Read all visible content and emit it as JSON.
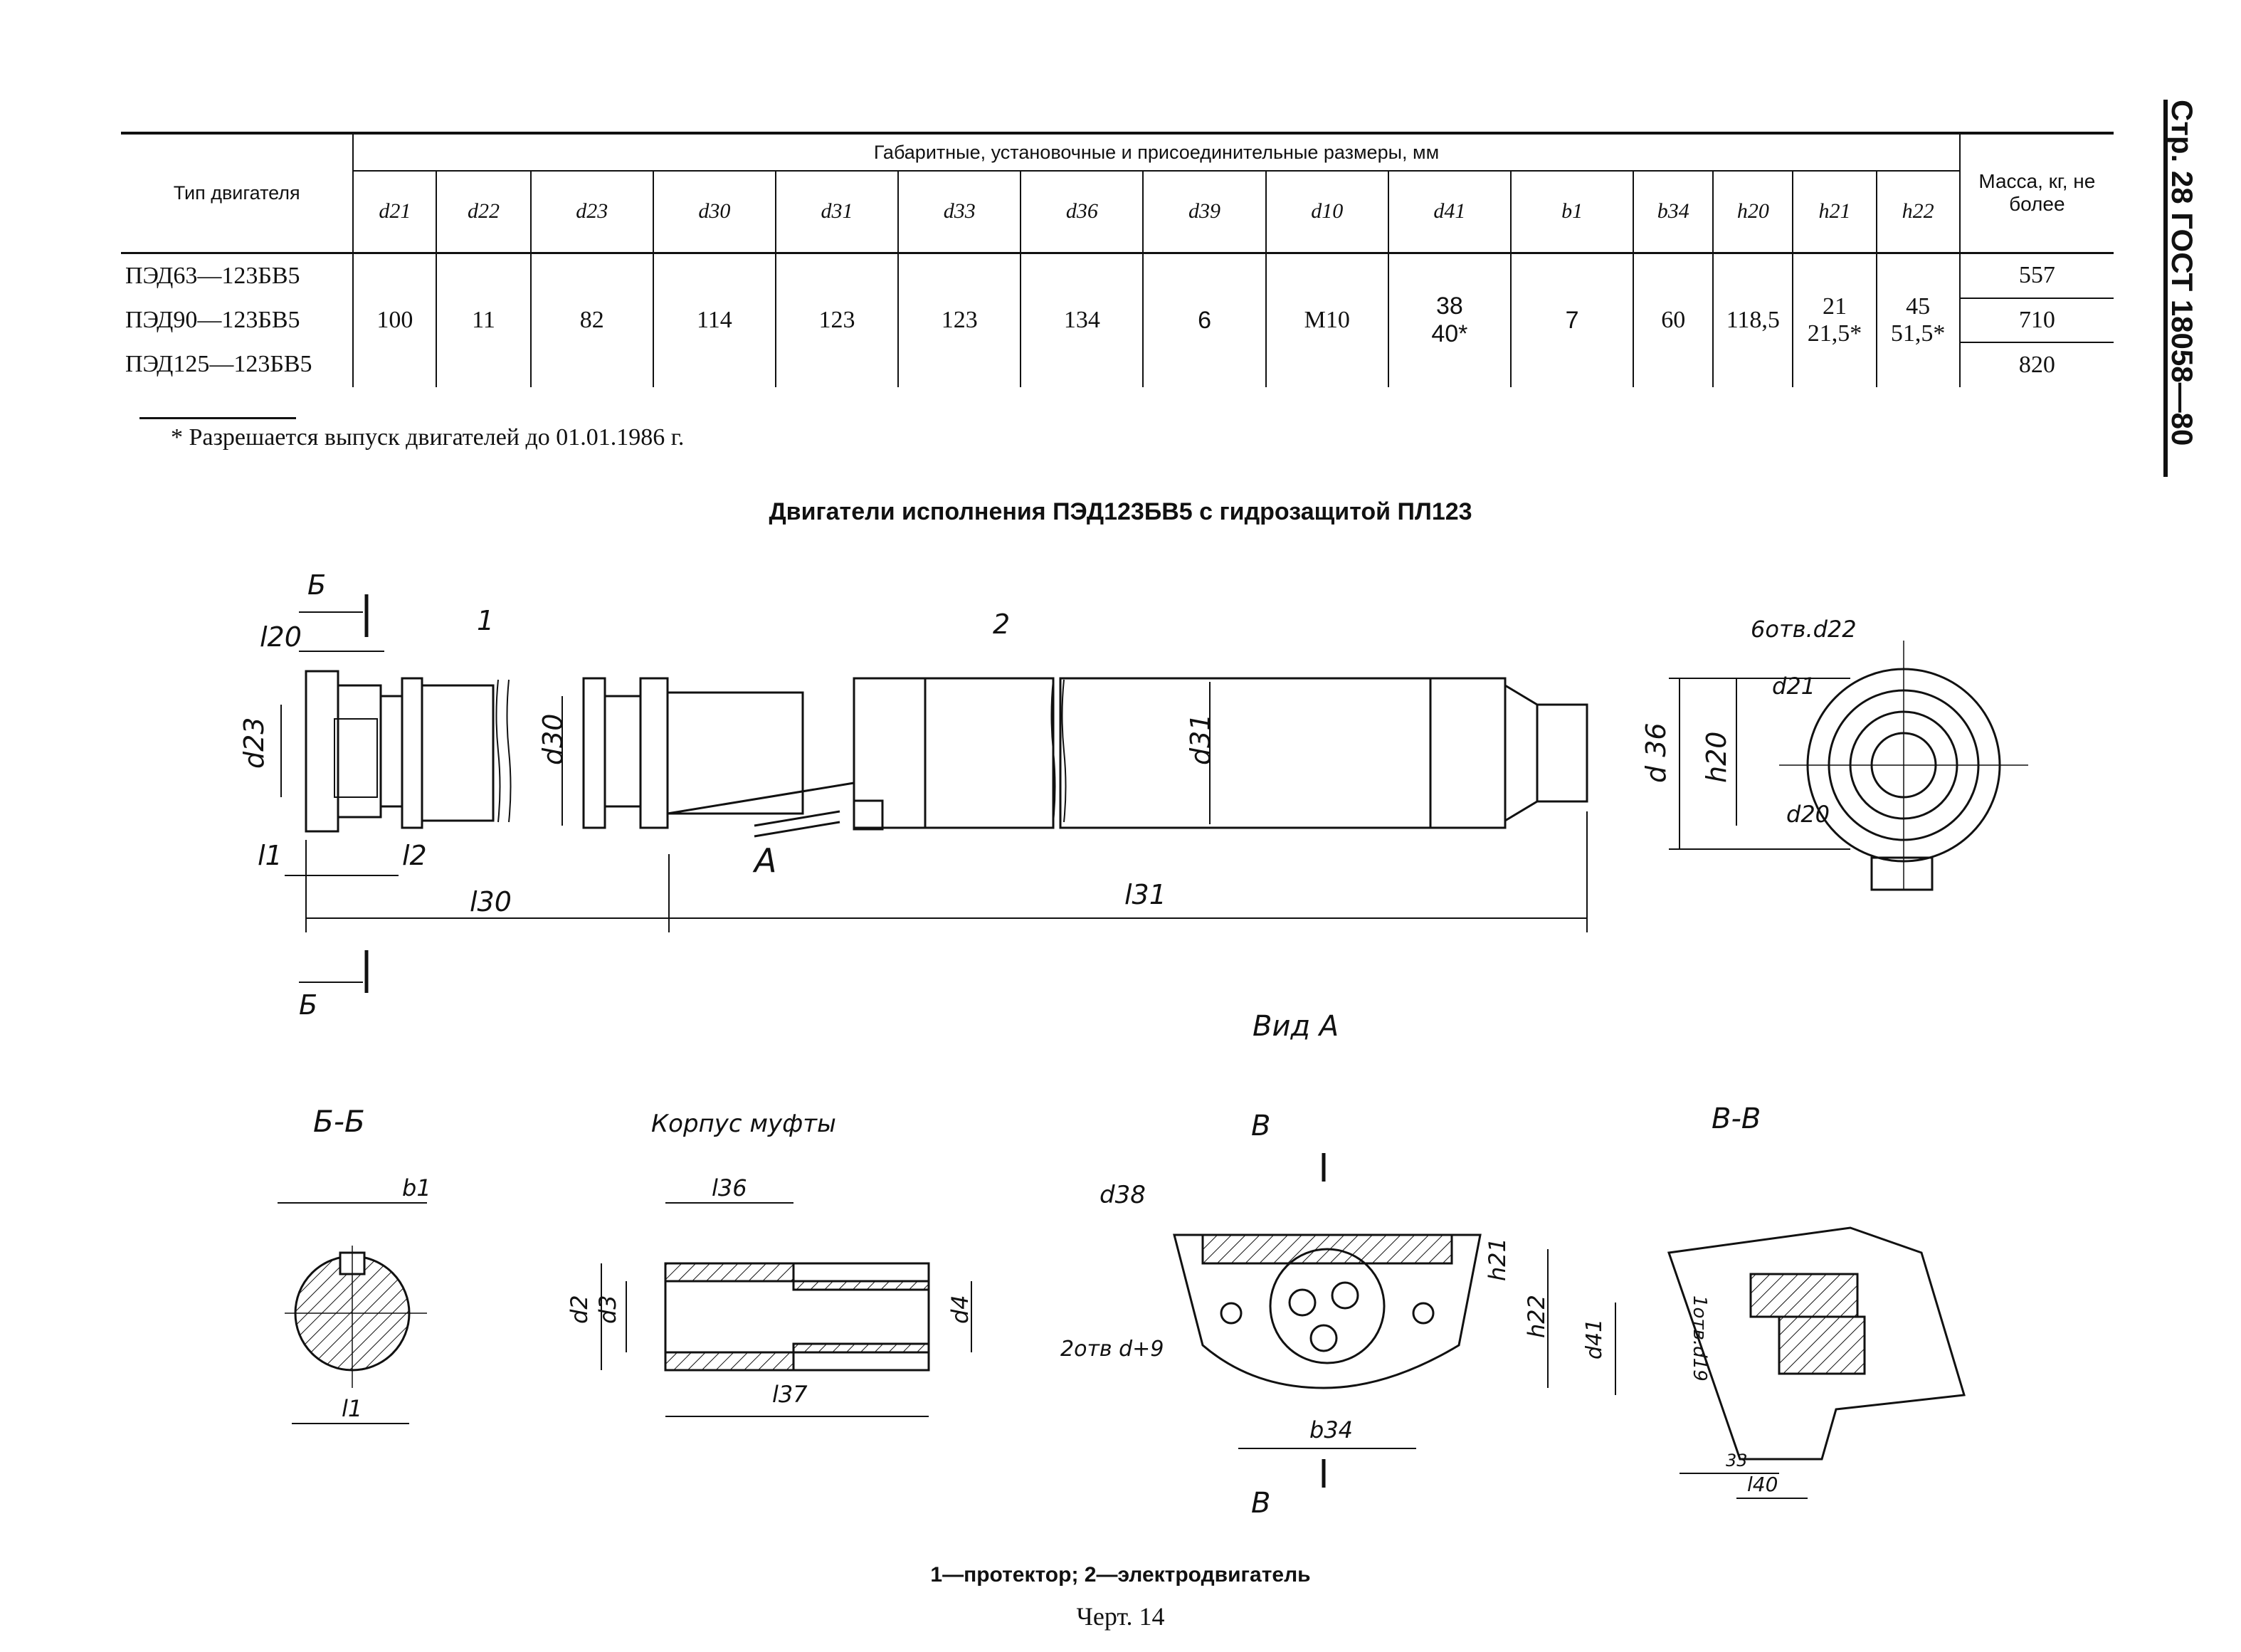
{
  "sidebar": {
    "text": "Стр. 28 ГОСТ 18058—80"
  },
  "table": {
    "col_type_header": "Тип двигателя",
    "group_header": "Габаритные, установочные и присоединительные размеры, мм",
    "mass_header": "Масса, кг, не более",
    "symbols": [
      "d21",
      "d22",
      "d23",
      "d30",
      "d31",
      "d33",
      "d36",
      "d39",
      "d10",
      "d41",
      "b1",
      "b34",
      "h20",
      "h21",
      "h22"
    ],
    "rows": [
      {
        "type": "ПЭД63—123БВ5",
        "mass": "557"
      },
      {
        "type": "ПЭД90—123БВ5",
        "mass": "710"
      },
      {
        "type": "ПЭД125—123БВ5",
        "mass": "820"
      }
    ],
    "values": [
      "100",
      "11",
      "82",
      "114",
      "123",
      "123",
      "134",
      "6",
      "M10",
      "38",
      "40*",
      "7",
      "60",
      "118,5",
      "21",
      "21,5*",
      "45",
      "51,5*"
    ]
  },
  "footnote": "* Разрешается выпуск двигателей до 01.01.1986 г.",
  "drawing_title": "Двигатели исполнения ПЭД123БВ5 с гидрозащитой ПЛ123",
  "labels": {
    "b_mark": "Б",
    "l20": "l20",
    "d23": "d23",
    "l1": "l1",
    "l2": "l2",
    "l30": "l30",
    "l31": "l31",
    "d30": "d30",
    "d31": "d31",
    "one": "1",
    "two": "2",
    "A": "A",
    "holes22": "6отв.d22",
    "d36": "d 36",
    "h20": "h20",
    "d21": "d21",
    "d20": "d20",
    "vid_a": "Вид А",
    "section_bb": "Б-Б",
    "b1": "b1",
    "l1b": "l1",
    "korpus": "Корпус муфты",
    "l36": "l36",
    "l37": "l37",
    "d2": "d2",
    "d3": "d3",
    "d4": "d4",
    "v": "В",
    "d38": "d38",
    "holes_dq": "2отв d+9",
    "h21": "h21",
    "h22": "h22",
    "b34": "b34",
    "section_vv": "В-В",
    "d41": "d41",
    "holes_d19": "1отв.d19",
    "l33": "33",
    "l40": "l40"
  },
  "caption": "1—протектор; 2—электродвигатель",
  "figure_no": "Черт. 14"
}
